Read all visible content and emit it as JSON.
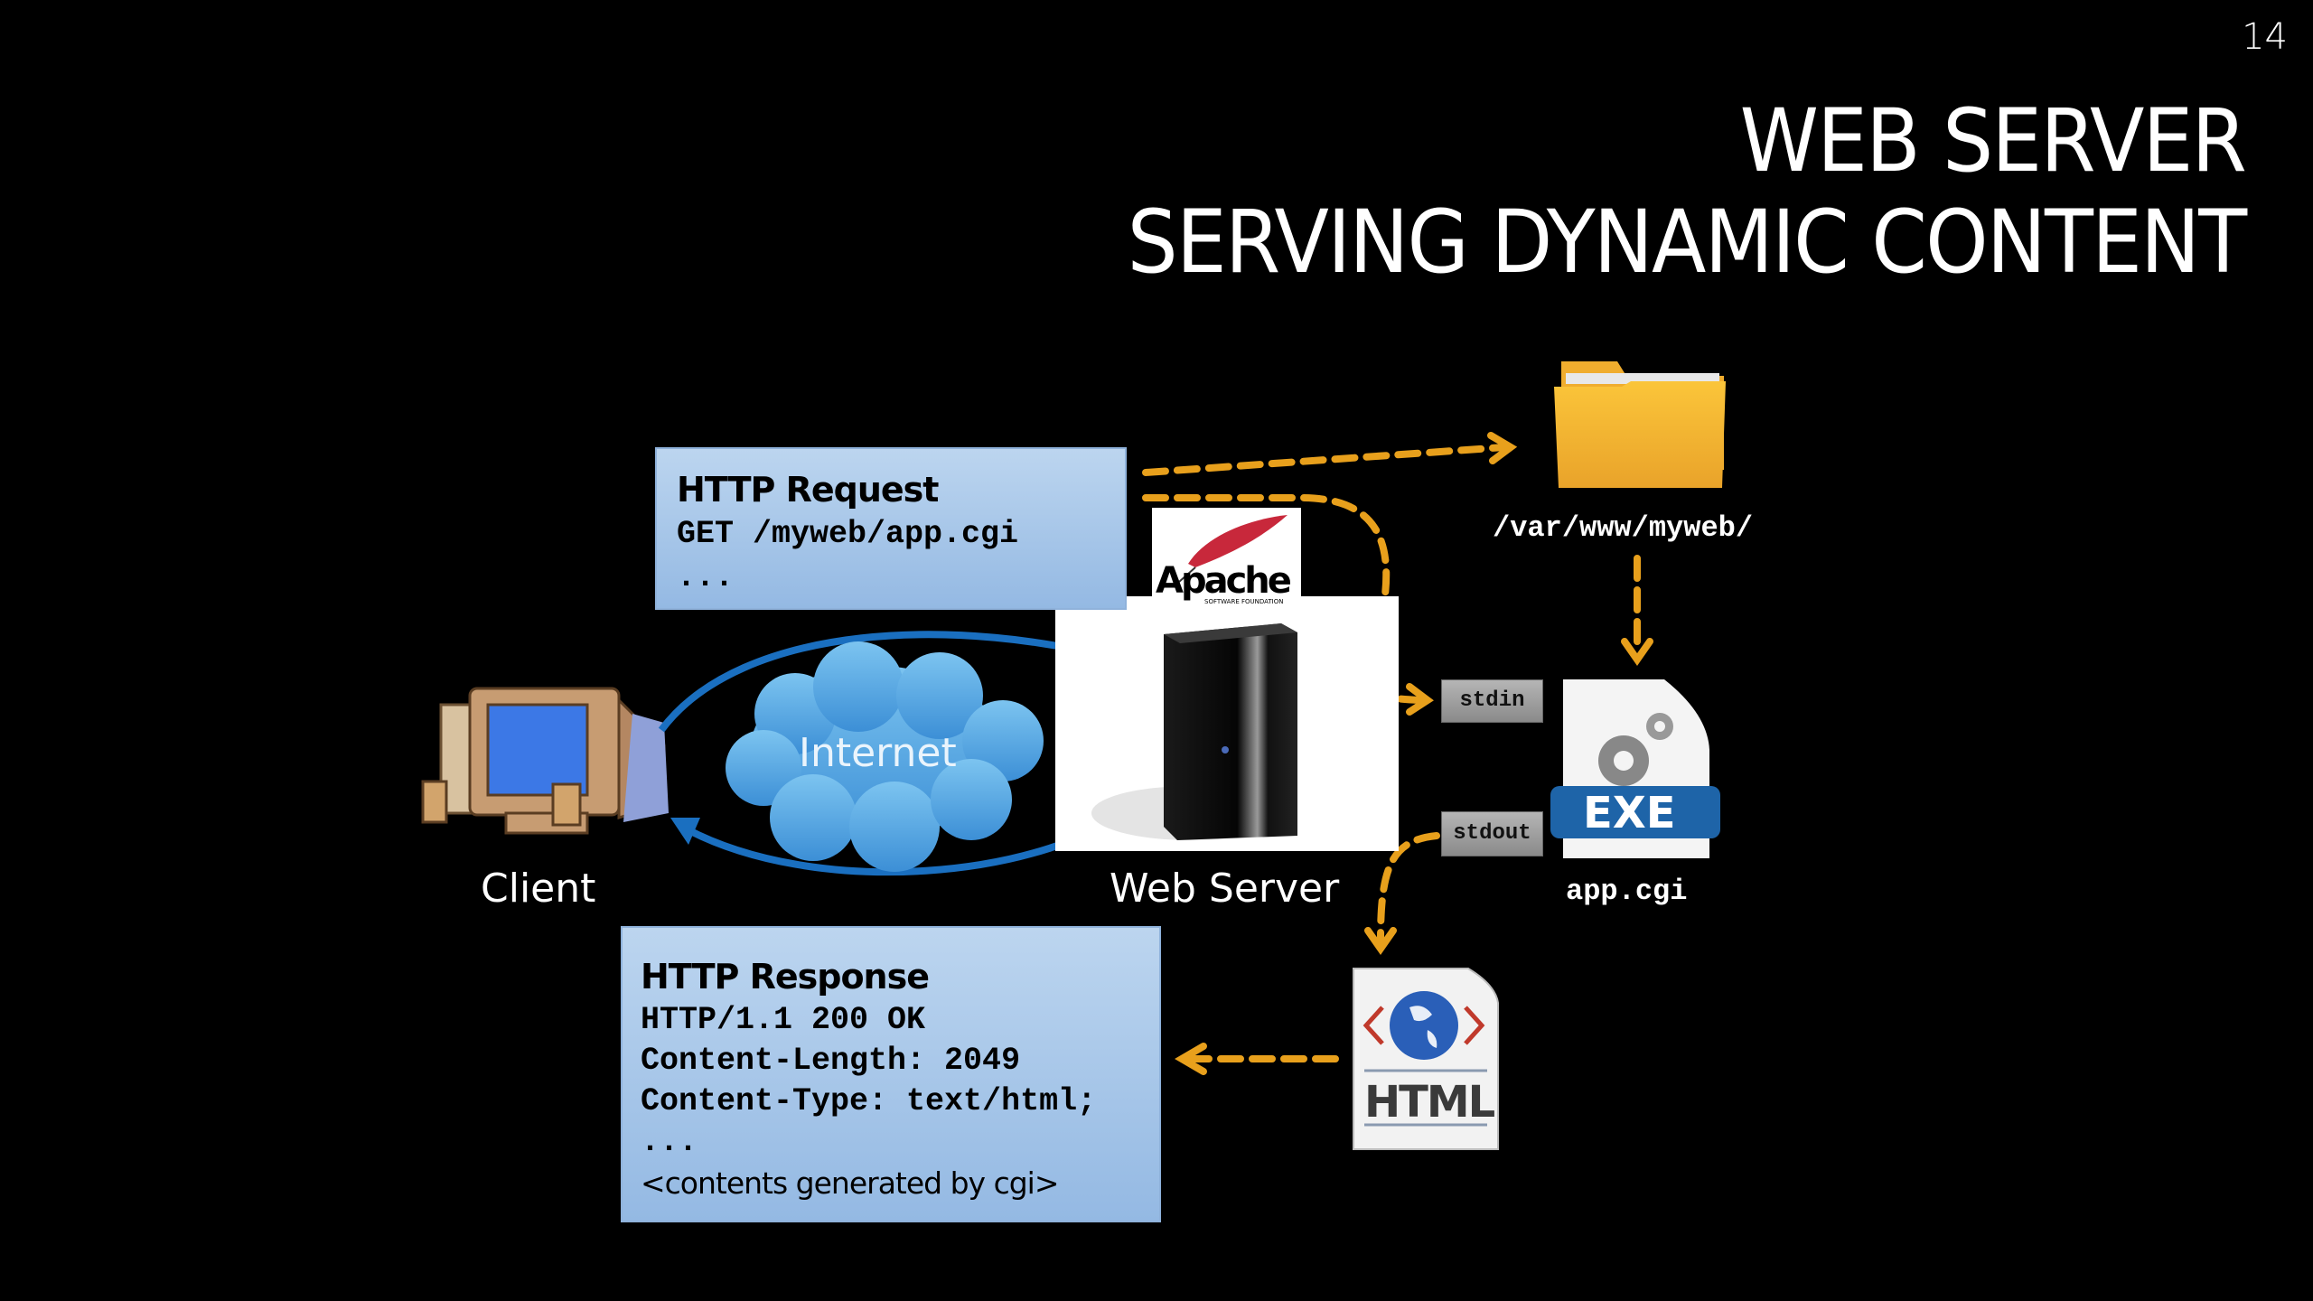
{
  "slide": {
    "page_number": "14",
    "title_line1": "WEB SERVER",
    "title_line2": "SERVING DYNAMIC CONTENT"
  },
  "request": {
    "heading": "HTTP Request",
    "lines": [
      "GET /myweb/app.cgi",
      "..."
    ]
  },
  "response": {
    "heading": "HTTP Response",
    "lines": [
      "HTTP/1.1 200 OK",
      "Content-Length: 2049",
      "Content-Type: text/html;",
      "..."
    ],
    "footer": "<contents generated by cgi>"
  },
  "nodes": {
    "client_label": "Client",
    "internet_label": "Internet",
    "server_label": "Web Server",
    "apache_label": "Apache",
    "apache_sub": "SOFTWARE FOUNDATION",
    "folder_path": "/var/www/myweb/",
    "program_label": "app.cgi",
    "exe_badge": "EXE",
    "html_badge": "HTML",
    "stdin_label": "stdin",
    "stdout_label": "stdout"
  },
  "colors": {
    "background": "#000000",
    "box_fill": "#a9c7ea",
    "dashed_arrow": "#e8a01c",
    "network_arrow": "#1a6fc0",
    "cloud": "#5aaee6",
    "folder": "#f5b731",
    "exe_band": "#1e64a8"
  }
}
